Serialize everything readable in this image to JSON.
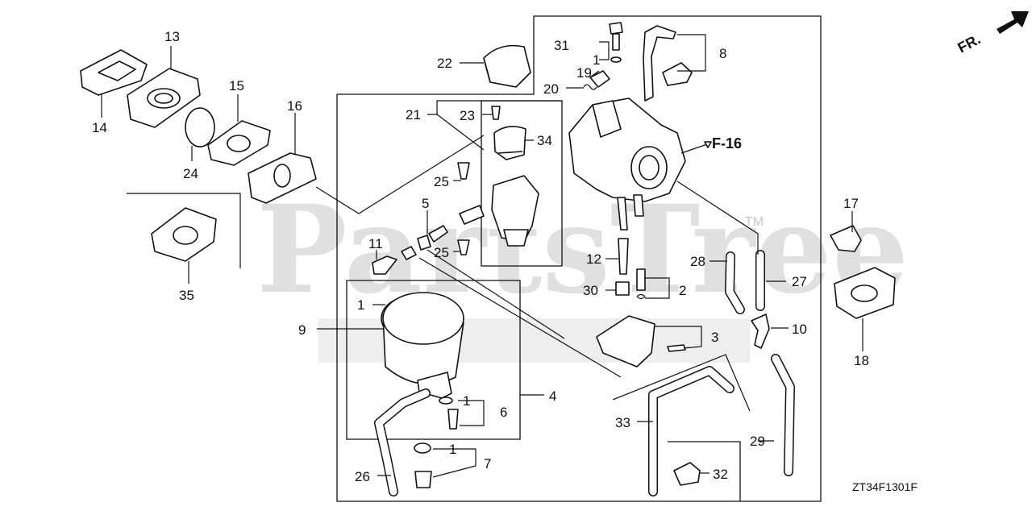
{
  "watermark": {
    "text": "PartsTree",
    "trademark": "TM"
  },
  "orientation": {
    "label": "FR."
  },
  "reference": {
    "label": "F-16"
  },
  "diagram_code": "ZT34F1301F",
  "callouts": {
    "c1a": "1",
    "c1b": "1",
    "c1c": "1",
    "c1d": "1",
    "c2": "2",
    "c3": "3",
    "c4": "4",
    "c5": "5",
    "c6": "6",
    "c7": "7",
    "c8": "8",
    "c9": "9",
    "c10": "10",
    "c11": "11",
    "c12": "12",
    "c13": "13",
    "c14": "14",
    "c15": "15",
    "c16": "16",
    "c17": "17",
    "c18": "18",
    "c19": "19",
    "c20": "20",
    "c21": "21",
    "c22": "22",
    "c23": "23",
    "c24": "24",
    "c25a": "25",
    "c25b": "25",
    "c26": "26",
    "c27": "27",
    "c28": "28",
    "c29": "29",
    "c30": "30",
    "c31": "31",
    "c32": "32",
    "c33": "33",
    "c34": "34",
    "c35": "35"
  }
}
